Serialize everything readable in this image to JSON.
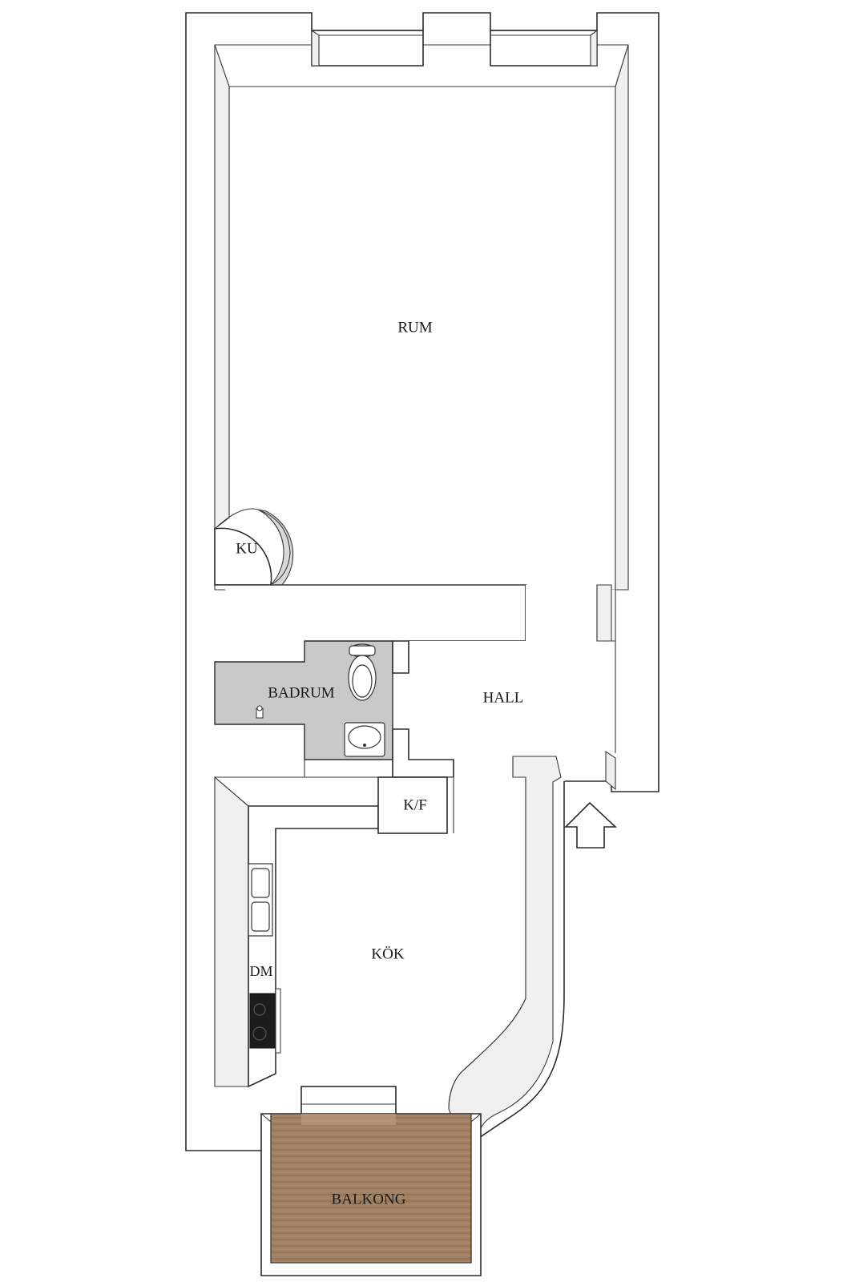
{
  "plan": {
    "rooms": {
      "rum": "RUM",
      "ku": "KU",
      "badrum": "BADRUM",
      "hall": "HALL",
      "kf": "K/F",
      "kok": "KÖK",
      "dm": "DM",
      "balkong": "BALKONG"
    },
    "icons": {
      "entrance": "entrance-arrow-icon",
      "toilet": "toilet-icon",
      "washbasin": "washbasin-icon",
      "shower": "shower-tap-icon",
      "sink": "kitchen-sink-icon",
      "stove": "stove-icon"
    },
    "colors": {
      "wall": "#ffffff",
      "outline": "#2b2b2b",
      "bathroom_floor": "#c9c9c9",
      "balcony_deck": "#9c7a5e",
      "stove": "#1c1c1c"
    }
  }
}
